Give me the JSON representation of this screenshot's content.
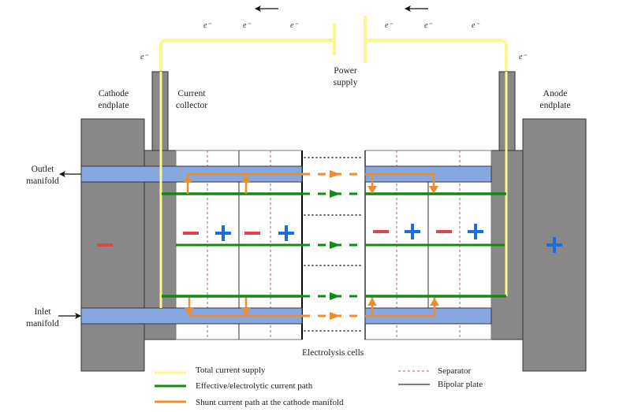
{
  "labels": {
    "cathode_endplate": [
      "Cathode",
      "endplate"
    ],
    "current_collector": [
      "Current",
      "collector"
    ],
    "power_supply": [
      "Power",
      "supply"
    ],
    "anode_endplate": [
      "Anode",
      "endplate"
    ],
    "outlet_manifold": [
      "Outlet",
      "manifold"
    ],
    "inlet_manifold": [
      "Inlet",
      "manifold"
    ],
    "electrolysis_cells": "Electrolysis cells",
    "electron": "e⁻",
    "minus": "−",
    "plus": "+"
  },
  "legend": {
    "items": [
      {
        "label": "Total current supply",
        "color": "#fbf78a",
        "style": "solid"
      },
      {
        "label": "Effective/electrolytic current path",
        "color": "#138a13",
        "style": "solid"
      },
      {
        "label": "Shunt current path at the cathode manifold",
        "color": "#ef8d2c",
        "style": "solid"
      },
      {
        "label": "Separator",
        "color": "#c040a8",
        "style": "dashed"
      },
      {
        "label": "Bipolar plate",
        "color": "#000000",
        "style": "solid"
      }
    ]
  },
  "colors": {
    "endplate": "#888888",
    "manifold": "#86a8de",
    "wire": "#fbf78a",
    "effective": "#138a13",
    "shunt": "#ef8d2c",
    "separator": "#c040a8",
    "minus": "#e04545",
    "plus": "#1a6fdc"
  }
}
